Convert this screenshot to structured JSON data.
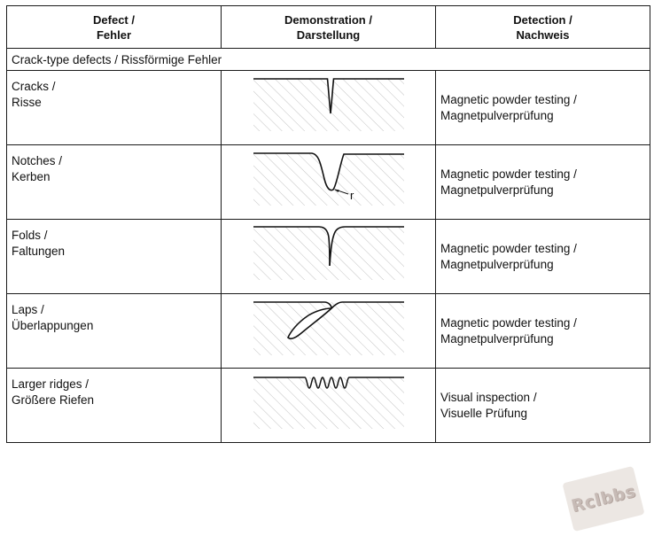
{
  "table": {
    "headers": [
      {
        "line1": "Defect /",
        "line2": "Fehler"
      },
      {
        "line1": "Demonstration /",
        "line2": "Darstellung"
      },
      {
        "line1": "Detection /",
        "line2": "Nachweis"
      }
    ],
    "section_title": "Crack-type defects / Rissförmige Fehler",
    "rows": [
      {
        "defect": [
          "Cracks /",
          "Risse"
        ],
        "diagram": "crack-diagram",
        "detection": [
          "Magnetic powder testing /",
          "Magnetpulverprüfung"
        ]
      },
      {
        "defect": [
          "Notches /",
          "Kerben"
        ],
        "diagram": "notch-diagram",
        "label": "r",
        "detection": [
          "Magnetic powder testing /",
          "Magnetpulverprüfung"
        ]
      },
      {
        "defect": [
          "Folds /",
          "Faltungen"
        ],
        "diagram": "fold-diagram",
        "detection": [
          "Magnetic powder testing /",
          "Magnetpulverprüfung"
        ]
      },
      {
        "defect": [
          "Laps /",
          "Überlappungen"
        ],
        "diagram": "lap-diagram",
        "detection": [
          "Magnetic powder testing /",
          "Magnetpulverprüfung"
        ]
      },
      {
        "defect": [
          "Larger ridges /",
          "Größere Riefen"
        ],
        "diagram": "ridges-diagram",
        "detection": [
          "Visual inspection /",
          "Visuelle Prüfung"
        ]
      }
    ]
  },
  "watermark": "Rclbbs"
}
